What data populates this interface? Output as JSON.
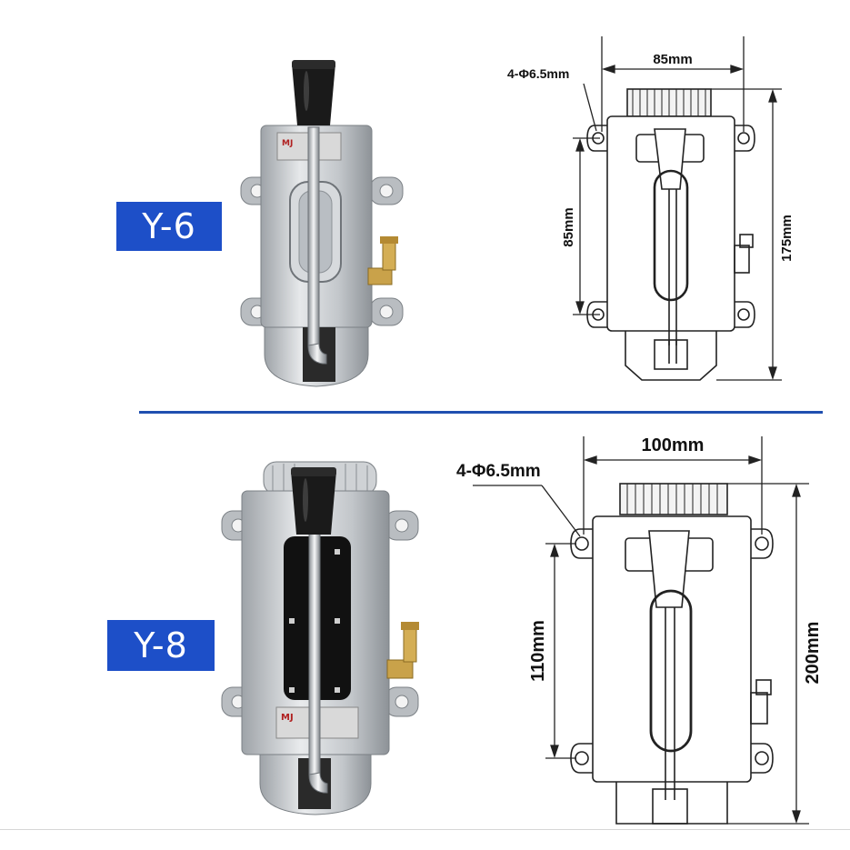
{
  "colors": {
    "badge_blue": "#1d4fc8",
    "separator_blue": "#1f4fb0",
    "metal": "#c8cbcf",
    "knob": "#1a1a1a",
    "brass": "#c9a24a",
    "drawing_line": "#222222"
  },
  "top": {
    "model_label": "Y-6",
    "dims": {
      "width": "85mm",
      "holes": "4-Φ6.5mm",
      "hole_spacing": "85mm",
      "height": "175mm"
    }
  },
  "bottom": {
    "model_label": "Y-8",
    "dims": {
      "width": "100mm",
      "holes": "4-Φ6.5mm",
      "hole_spacing": "110mm",
      "height": "200mm"
    }
  },
  "icons": [
    "oil-pump-photo-icon",
    "oil-pump-drawing-icon"
  ]
}
